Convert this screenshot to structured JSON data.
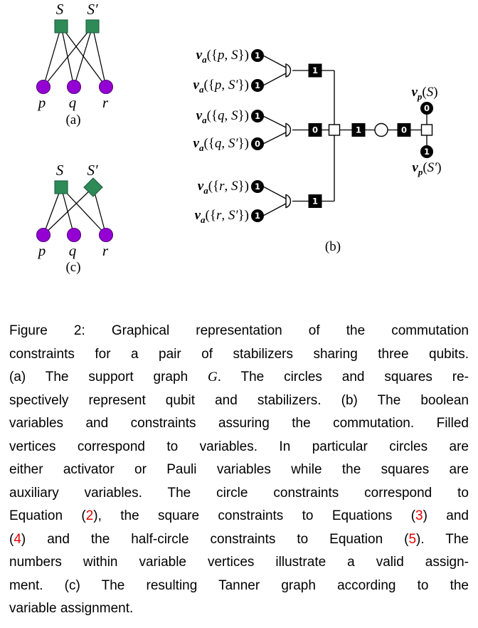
{
  "colors": {
    "stabilizer_green": "#2e8b57",
    "qubit_purple": "#9400d3",
    "link_red": "#e60000",
    "variable_black": "#000000"
  },
  "fig_a": {
    "tag": "(a)",
    "stabilizers": [
      "S",
      "S′"
    ],
    "qubits": [
      "p",
      "q",
      "r"
    ],
    "edges": [
      [
        "S",
        "p"
      ],
      [
        "S",
        "q"
      ],
      [
        "S",
        "r"
      ],
      [
        "S′",
        "p"
      ],
      [
        "S′",
        "q"
      ],
      [
        "S′",
        "r"
      ]
    ]
  },
  "fig_c": {
    "tag": "(c)",
    "stabilizers": [
      "S",
      "S′"
    ],
    "qubits": [
      "p",
      "q",
      "r"
    ],
    "edges": [
      [
        "S",
        "p"
      ],
      [
        "S",
        "q"
      ],
      [
        "S",
        "r"
      ],
      [
        "S′",
        "p"
      ],
      [
        "S′",
        "r"
      ]
    ]
  },
  "fig_b": {
    "tag": "(b)",
    "rows": [
      {
        "v": "v",
        "sub": "a",
        "pre": "({",
        "q": "p",
        "comma": ", ",
        "s": "S",
        "post": "})",
        "value": "1"
      },
      {
        "v": "v",
        "sub": "a",
        "pre": "({",
        "q": "p",
        "comma": ", ",
        "s": "S′",
        "post": "})",
        "value": "1"
      },
      {
        "v": "v",
        "sub": "a",
        "pre": "({",
        "q": "q",
        "comma": ", ",
        "s": "S",
        "post": "})",
        "value": "1"
      },
      {
        "v": "v",
        "sub": "a",
        "pre": "({",
        "q": "q",
        "comma": ", ",
        "s": "S′",
        "post": "})",
        "value": "0"
      },
      {
        "v": "v",
        "sub": "a",
        "pre": "({",
        "q": "r",
        "comma": ", ",
        "s": "S",
        "post": "})",
        "value": "1"
      },
      {
        "v": "v",
        "sub": "a",
        "pre": "({",
        "q": "r",
        "comma": ", ",
        "s": "S′",
        "post": "})",
        "value": "1"
      }
    ],
    "gates": [
      {
        "value": "1"
      },
      {
        "value": "0"
      },
      {
        "value": "1"
      }
    ],
    "chain_aux": [
      "1",
      "0"
    ],
    "pauli": [
      {
        "v": "v",
        "sub": "p",
        "pre": "(",
        "s": "S",
        "post": ")",
        "value": "0"
      },
      {
        "v": "v",
        "sub": "p",
        "pre": "(",
        "s": "S′",
        "post": ")",
        "value": "1"
      }
    ]
  },
  "caption": {
    "lines": [
      [
        {
          "t": "Figure 2:  Graphical representation of the commutation"
        }
      ],
      [
        {
          "t": "constraints for a pair of stabilizers sharing three qubits."
        }
      ],
      [
        {
          "t": "(a) The support graph "
        },
        {
          "t": "G"
        },
        {
          "t": ".  The circles and squares re-"
        }
      ],
      [
        {
          "t": "spectively represent qubit and stabilizers. (b) The boolean"
        }
      ],
      [
        {
          "t": "variables and constraints assuring the commutation.  Filled"
        }
      ],
      [
        {
          "t": "vertices correspond to variables.  In particular circles are"
        }
      ],
      [
        {
          "t": "either activator or Pauli variables while the squares are"
        }
      ],
      [
        {
          "t": "auxiliary variables.  The circle constraints correspond to"
        }
      ],
      [
        {
          "t": "Equation ("
        },
        {
          "t": "2"
        },
        {
          "t": "), the square constraints to Equations ("
        },
        {
          "t": "3"
        },
        {
          "t": ") and"
        }
      ],
      [
        {
          "t": "("
        },
        {
          "t": "4"
        },
        {
          "t": ") and the half-circle constraints to Equation ("
        },
        {
          "t": "5"
        },
        {
          "t": ").  The"
        }
      ],
      [
        {
          "t": "numbers within variable vertices illustrate a valid assign-"
        }
      ],
      [
        {
          "t": "ment.  (c) The resulting Tanner graph according to the"
        }
      ],
      [
        {
          "t": "variable assignment."
        }
      ]
    ]
  }
}
